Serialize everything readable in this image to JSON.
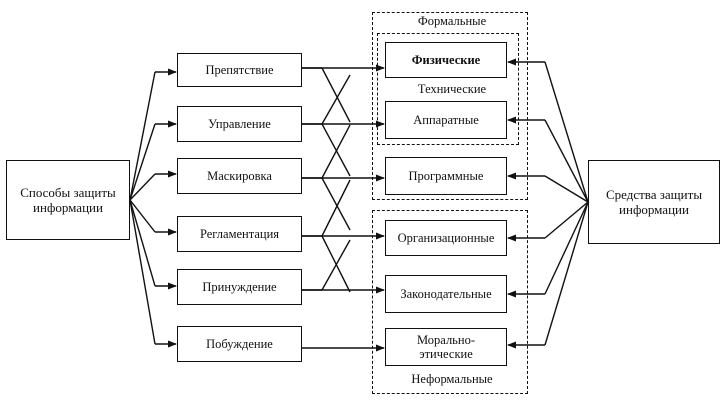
{
  "left_node": {
    "label": "Способы защиты информации"
  },
  "right_node": {
    "label": "Средства защиты информации"
  },
  "methods": [
    {
      "label": "Препятствие"
    },
    {
      "label": "Управление"
    },
    {
      "label": "Маскировка"
    },
    {
      "label": "Регламентация"
    },
    {
      "label": "Принуждение"
    },
    {
      "label": "Побуждение"
    }
  ],
  "groups": {
    "formal": {
      "label": "Формальные"
    },
    "technical": {
      "label": "Технические"
    },
    "informal": {
      "label": "Неформальные"
    }
  },
  "means": [
    {
      "label": "Физические"
    },
    {
      "label": "Аппаратные"
    },
    {
      "label": "Программные"
    },
    {
      "label": "Организационные"
    },
    {
      "label": "Законодательные"
    },
    {
      "label": "Морально-этические"
    }
  ]
}
